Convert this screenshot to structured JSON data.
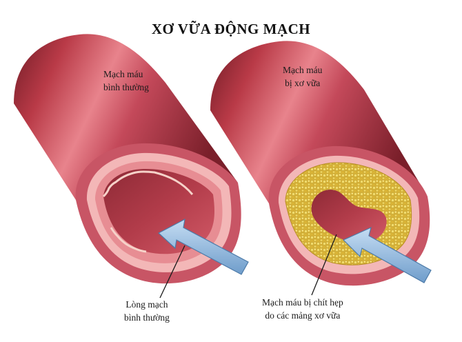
{
  "title": "XƠ VỮA ĐỘNG MẠCH",
  "labels": {
    "normal_vessel": [
      "Mạch máu",
      "bình thường"
    ],
    "diseased_vessel": [
      "Mạch máu",
      "bị xơ vữa"
    ],
    "normal_lumen": [
      "Lòng mạch",
      "bình thường"
    ],
    "narrowed_lumen": [
      "Mạch máu bị chít hẹp",
      "do các mảng xơ vữa"
    ]
  },
  "colors": {
    "vessel_wall": "#b93a47",
    "vessel_highlight": "#e8838c",
    "vessel_shadow": "#7a1f2a",
    "inner_pink": "#f3b7b7",
    "plaque": "#e6c448",
    "arrow_fill": "#8fb6dd"
  },
  "icons": {
    "arrow": "blood-flow-arrow",
    "pointer": "leader-line"
  }
}
